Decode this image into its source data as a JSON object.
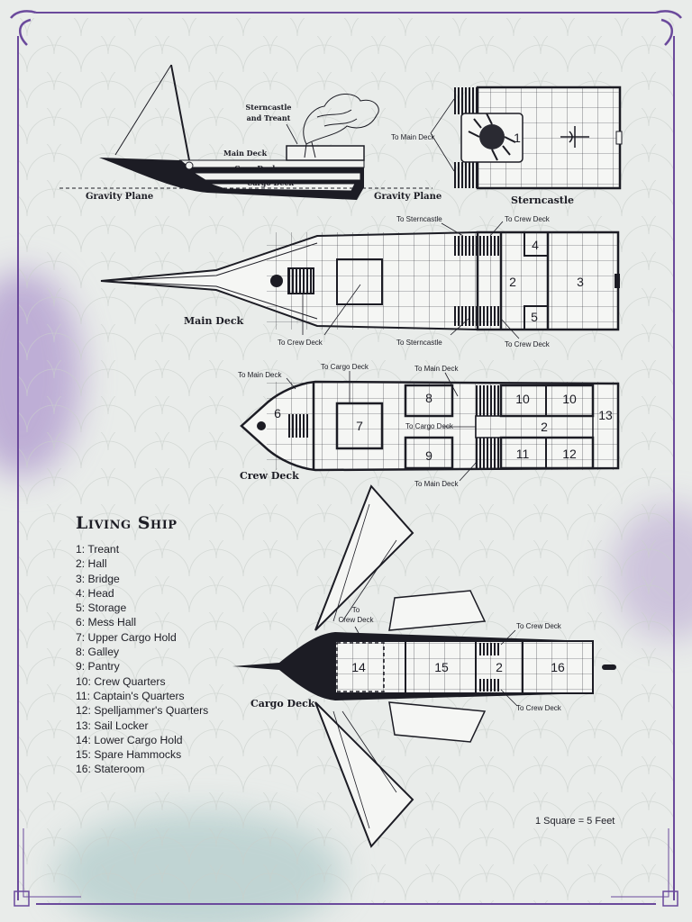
{
  "map": {
    "side_view": {
      "labels": {
        "sterncastle_treant": [
          "Sterncastle",
          "and Treant"
        ],
        "main_deck": "Main Deck",
        "crew_deck": "Crew Deck",
        "cargo_deck": "Cargo Deck",
        "gravity_plane_left": "Gravity Plane",
        "gravity_plane_right": "Gravity Plane"
      }
    },
    "sterncastle": {
      "title": "Sterncastle",
      "to_main_deck": "To Main Deck",
      "room_number": "1"
    },
    "main_deck": {
      "title": "Main Deck",
      "to_sterncastle_top": "To Sterncastle",
      "to_crew_deck_top": "To Crew Deck",
      "to_crew_deck_left": "To Crew Deck",
      "to_sterncastle_bottom": "To Sterncastle",
      "to_crew_deck_bottom": "To Crew Deck",
      "rooms": [
        "2",
        "3",
        "4",
        "5"
      ]
    },
    "crew_deck": {
      "title": "Crew Deck",
      "to_main_deck_left": "To Main Deck",
      "to_cargo_deck_top": "To Cargo Deck",
      "to_main_deck_top": "To Main Deck",
      "to_cargo_deck_mid": "To Cargo Deck",
      "to_main_deck_bottom": "To Main Deck",
      "rooms": [
        "6",
        "7",
        "8",
        "9",
        "10",
        "10",
        "2",
        "11",
        "12",
        "13"
      ]
    },
    "cargo_deck": {
      "title": "Cargo Deck",
      "to_crew_deck_top_left": [
        "To",
        "Crew Deck"
      ],
      "to_crew_deck_top_right": "To Crew Deck",
      "to_crew_deck_bottom_right": "To Crew Deck",
      "rooms": [
        "14",
        "15",
        "2",
        "16"
      ]
    }
  },
  "legend": {
    "title": "Living Ship",
    "items": [
      "1:   Treant",
      "2:   Hall",
      "3:   Bridge",
      "4:   Head",
      "5:   Storage",
      "6:   Mess Hall",
      "7:   Upper Cargo Hold",
      "8:   Galley",
      "9:   Pantry",
      "10: Crew Quarters",
      "11:  Captain's Quarters",
      "12:  Spelljammer's Quarters",
      "13:  Sail Locker",
      "14:  Lower Cargo Hold",
      "15:  Spare Hammocks",
      "16:  Stateroom"
    ]
  },
  "scale": "1 Square = 5 Feet",
  "colors": {
    "border": "#6b4a9c",
    "ink": "#1c1c24",
    "wash_purple": "#9b7cc4",
    "wash_teal": "#8fb8b8",
    "paper": "#e9ecea"
  }
}
